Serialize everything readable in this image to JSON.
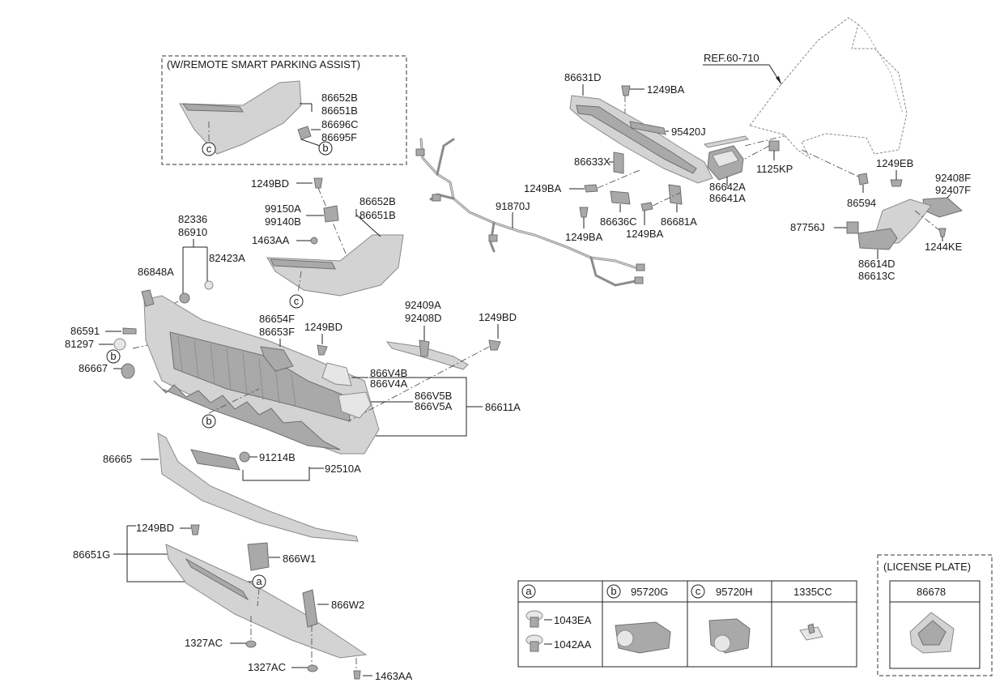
{
  "labels": {
    "remote_parking_box": "(W/REMOTE SMART PARKING ASSIST)",
    "ref": "REF.60-710",
    "p86631D": "86631D",
    "p1249BA_top": "1249BA",
    "p95420J": "95420J",
    "p86633X": "86633X",
    "p1249BA_left": "1249BA",
    "p86642A": "86642A",
    "p86641A": "86641A",
    "p1125KP": "1125KP",
    "p86636C": "86636C",
    "p86681A": "86681A",
    "p1249BA_bl": "1249BA",
    "p1249BA_br": "1249BA",
    "p91870J": "91870J",
    "p1249EB": "1249EB",
    "p92408F": "92408F",
    "p92407F": "92407F",
    "p86594": "86594",
    "p87756J": "87756J",
    "p1244KE": "1244KE",
    "p86614D": "86614D",
    "p86613C": "86613C",
    "p86652B_box": "86652B",
    "p86651B_box": "86651B",
    "p86696C": "86696C",
    "p86695F": "86695F",
    "p1249BD_a": "1249BD",
    "p99150A": "99150A",
    "p99140B": "99140B",
    "p1463AA_a": "1463AA",
    "p86652B": "86652B",
    "p86651B": "86651B",
    "p82336": "82336",
    "p86910": "86910",
    "p82423A": "82423A",
    "p86848A": "86848A",
    "p86591": "86591",
    "p81297": "81297",
    "p86667": "86667",
    "p86654F": "86654F",
    "p86653F": "86653F",
    "p1249BD_b": "1249BD",
    "p92409A": "92409A",
    "p92408D": "92408D",
    "p1249BD_c": "1249BD",
    "p866V4B": "866V4B",
    "p866V4A": "866V4A",
    "p866V5B": "866V5B",
    "p866V5A": "866V5A",
    "p86611A": "86611A",
    "p86665": "86665",
    "p91214B": "91214B",
    "p92510A": "92510A",
    "p1249BD_d": "1249BD",
    "p86651G": "86651G",
    "p866W1": "866W1",
    "p866W2": "866W2",
    "p1327AC_a": "1327AC",
    "p1327AC_b": "1327AC",
    "p1463AA_b": "1463AA"
  },
  "callouts": {
    "a": "a",
    "b": "b",
    "c": "c"
  },
  "table": {
    "col_a_tag": "a",
    "col_b_tag": "b",
    "col_b_part": "95720G",
    "col_c_tag": "c",
    "col_c_part": "95720H",
    "col_d_part": "1335CC",
    "a_item1": "1043EA",
    "a_item2": "1042AA"
  },
  "license": {
    "title": "(LICENSE PLATE)",
    "part": "86678"
  }
}
